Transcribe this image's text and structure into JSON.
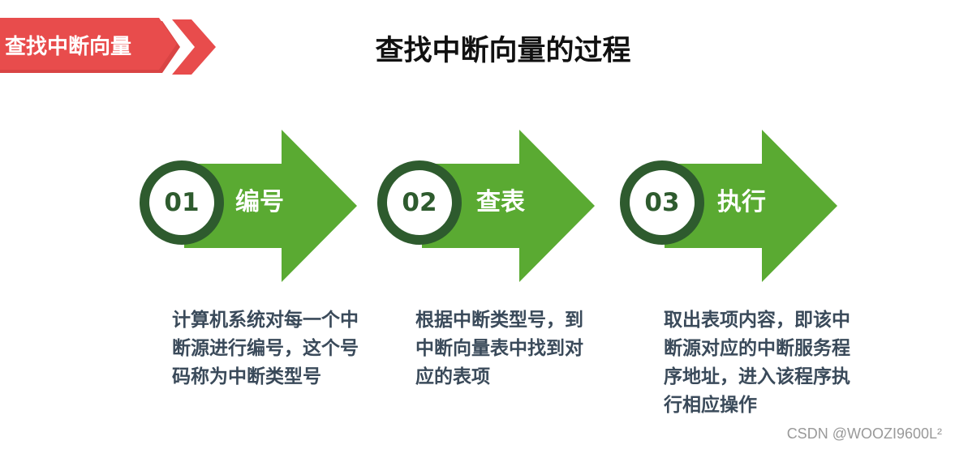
{
  "banner": {
    "label": "查找中断向量"
  },
  "title": "查找中断向量的过程",
  "steps": [
    {
      "number": "01",
      "label": "编号",
      "description": "计算机系统对每一个中断源进行编号，这个号码称为中断类型号"
    },
    {
      "number": "02",
      "label": "查表",
      "description": "根据中断类型号，到中断向量表中找到对应的表项"
    },
    {
      "number": "03",
      "label": "执行",
      "description": "取出表项内容，即该中断源对应的中断服务程序地址，进入该程序执行相应操作"
    }
  ],
  "watermark": "CSDN @WOOZI9600L²",
  "colors": {
    "banner_red": "#e84c4c",
    "arrow_green": "#5aaa32",
    "ring_dark_green": "#2e5b2e",
    "description_text": "#3a4a5a"
  }
}
